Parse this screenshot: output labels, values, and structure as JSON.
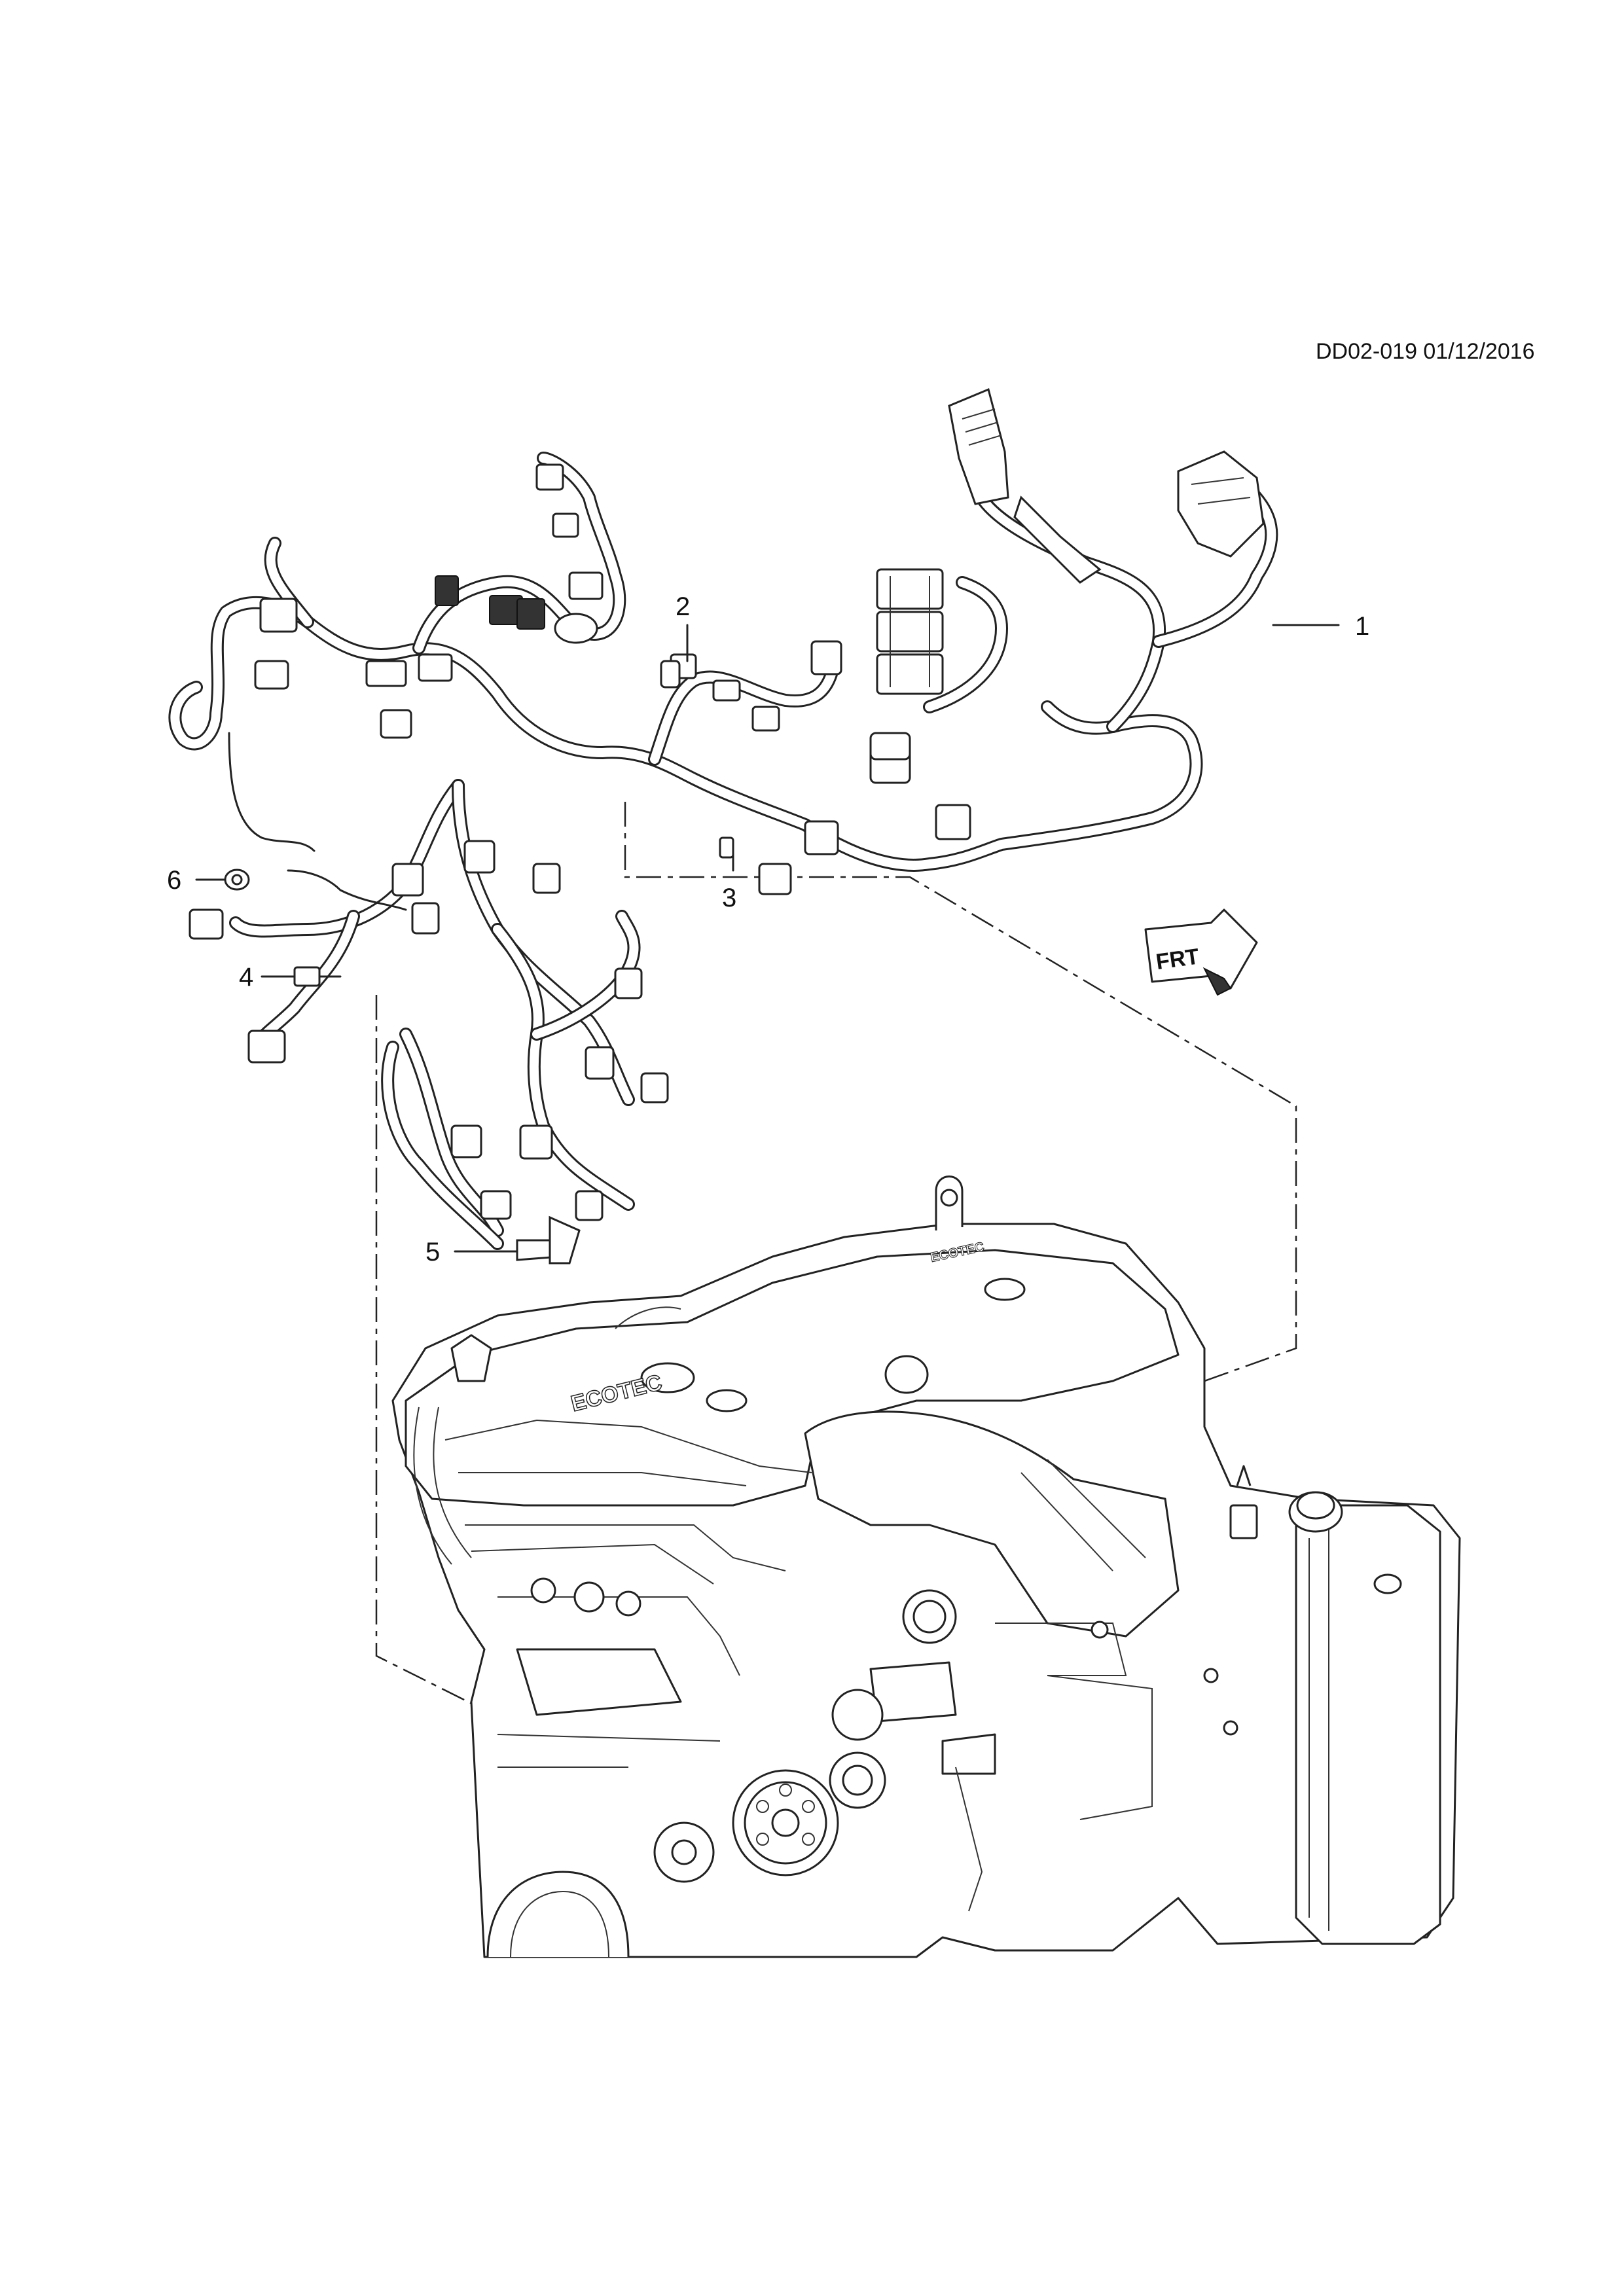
{
  "drawing": {
    "reference": "DD02-019 01/12/2016",
    "direction_arrow_label": "FRT"
  },
  "callouts": [
    {
      "id": "1",
      "label": "1"
    },
    {
      "id": "2",
      "label": "2"
    },
    {
      "id": "3",
      "label": "3"
    },
    {
      "id": "4",
      "label": "4"
    },
    {
      "id": "5",
      "label": "5"
    },
    {
      "id": "6",
      "label": "6"
    }
  ],
  "engine": {
    "cover_text": "ECOTEC"
  }
}
